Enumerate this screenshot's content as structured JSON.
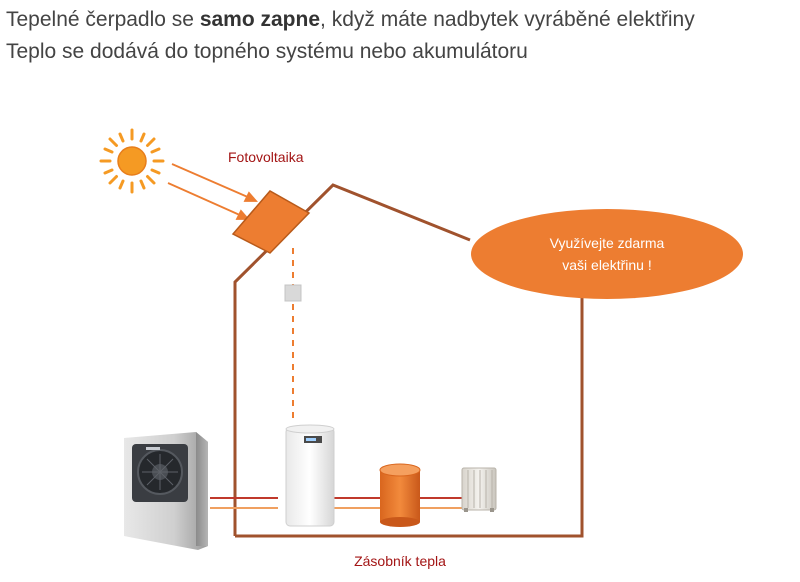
{
  "header": {
    "line1_before": "Tepelné čerpadlo se ",
    "line1_bold": "samo zapne",
    "line1_after": ", když máte nadbytek vyráběné elektřiny",
    "line2": "Teplo se dodává do topného systému nebo akumulátoru"
  },
  "diagram": {
    "pv_label": "Fotovoltaika",
    "callout_line1": "Využívejte zdarma",
    "callout_line2": "vaši elektřinu !",
    "storage_label": "Zásobník tepla"
  },
  "colors": {
    "orange": "#ED7D31",
    "house_line": "#A0522D",
    "pipe_red": "#C0392B",
    "label_red": "#A31515",
    "sun": "#F59A23"
  }
}
